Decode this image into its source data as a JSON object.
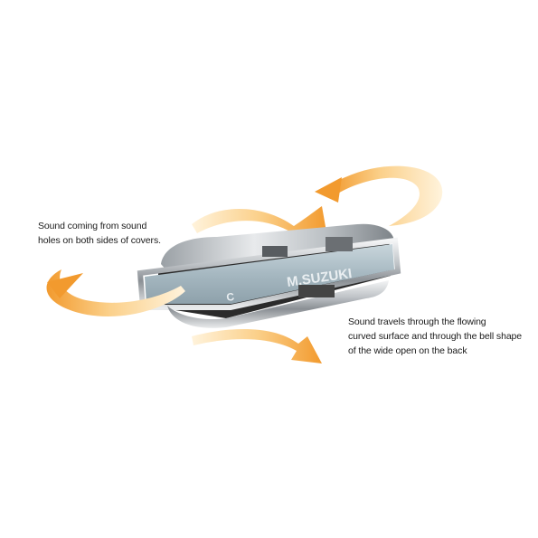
{
  "brand_text": "M.SUZUKI",
  "key_letter": "C",
  "captions": {
    "left": {
      "line1": "Sound coming from sound",
      "line2": "holes on both sides of covers."
    },
    "right": {
      "line1": "Sound travels through the flowing",
      "line2": "curved surface and through the bell shape",
      "line3": "of the wide open on the back"
    }
  },
  "colors": {
    "background": "#ffffff",
    "arrow_orange": "#f2a33a",
    "arrow_cream": "#fde7c2",
    "cover_blue": "#a9bcc6",
    "chrome": "#d9dcdf",
    "dark_body": "#2a2a2a"
  }
}
